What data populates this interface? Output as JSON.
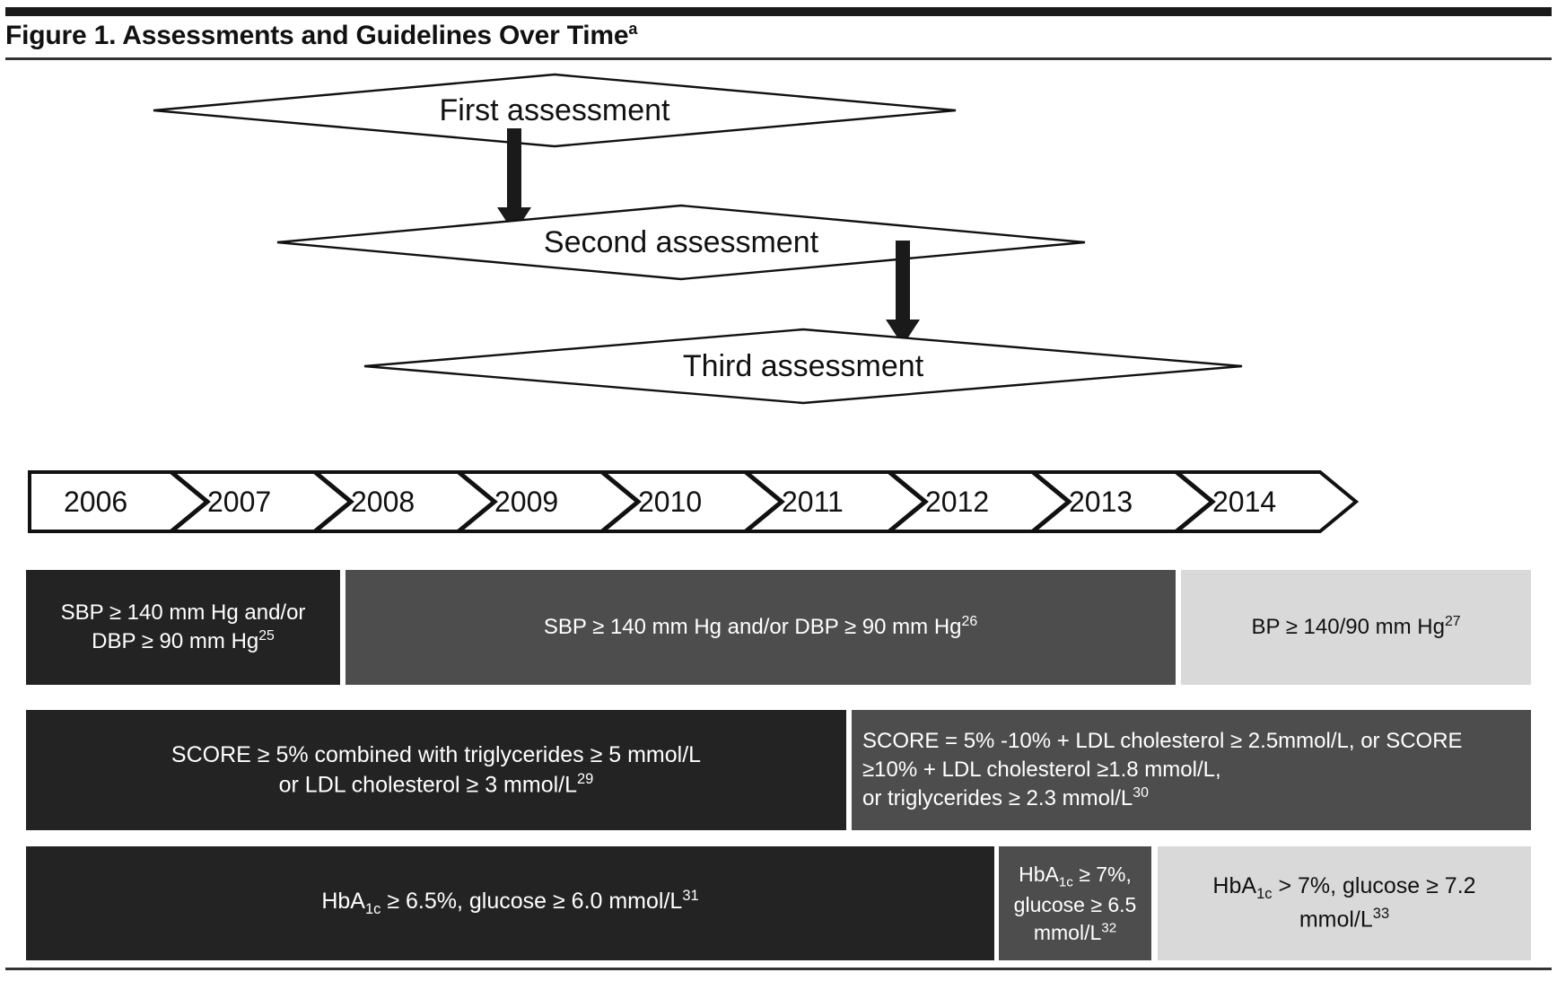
{
  "figure": {
    "title": "Figure 1. Assessments and Guidelines Over Time",
    "title_footnote_marker": "a"
  },
  "flow": {
    "nodes": [
      {
        "id": "first",
        "label": "First assessment"
      },
      {
        "id": "second",
        "label": "Second assessment"
      },
      {
        "id": "third",
        "label": "Third assessment"
      }
    ],
    "arrows": [
      {
        "from": "first",
        "to": "second",
        "name": "arrow-first-to-second"
      },
      {
        "from": "second",
        "to": "third",
        "name": "arrow-second-to-third"
      }
    ]
  },
  "timeline": {
    "years": [
      "2006",
      "2007",
      "2008",
      "2009",
      "2010",
      "2011",
      "2012",
      "2013",
      "2014"
    ]
  },
  "guidelines": {
    "blood_pressure": [
      {
        "shade": "dark",
        "lines": [
          {
            "text": "SBP ≥ 140 mm Hg and/or"
          },
          {
            "text": "DBP ≥ 90 mm Hg",
            "ref": "25"
          }
        ]
      },
      {
        "shade": "mid",
        "lines": [
          {
            "text": "SBP ≥ 140 mm Hg and/or DBP ≥ 90 mm Hg",
            "ref": "26"
          }
        ]
      },
      {
        "shade": "light",
        "lines": [
          {
            "text": "BP ≥ 140/90 mm Hg",
            "ref": "27"
          }
        ]
      }
    ],
    "lipids": [
      {
        "shade": "dark",
        "lines": [
          {
            "text": "SCORE ≥ 5% combined with triglycerides ≥ 5 mmol/L"
          },
          {
            "text": "or LDL cholesterol ≥ 3 mmol/L",
            "ref": "29"
          }
        ]
      },
      {
        "shade": "mid",
        "align": "left",
        "lines": [
          {
            "text": "SCORE = 5% -10% + LDL cholesterol ≥ 2.5mmol/L, or SCORE"
          },
          {
            "text": "≥10% + LDL cholesterol ≥1.8 mmol/L,"
          },
          {
            "text": "or triglycerides ≥ 2.3 mmol/L",
            "ref": "30"
          }
        ]
      }
    ],
    "glucose": [
      {
        "shade": "dark",
        "lines": [
          {
            "text": "HbA<sub>1c</sub> ≥ 6.5%, glucose  ≥ 6.0 mmol/L",
            "ref": "31"
          }
        ]
      },
      {
        "shade": "mid",
        "lines": [
          {
            "text": "HbA<sub>1c</sub> ≥ 7%,"
          },
          {
            "text": "glucose ≥ 6.5"
          },
          {
            "text": "mmol/L",
            "ref": "32"
          }
        ]
      },
      {
        "shade": "light",
        "lines": [
          {
            "text": "HbA<sub>1c</sub> > 7%, glucose ≥ 7.2"
          },
          {
            "text": "mmol/L",
            "ref": "33"
          }
        ]
      }
    ]
  },
  "colors": {
    "dark": "#232323",
    "mid": "#4d4d4d",
    "light": "#d9d9d9",
    "rule": "#1a1a1a",
    "text_on_dark": "#ffffff",
    "text_on_light": "#111111"
  }
}
